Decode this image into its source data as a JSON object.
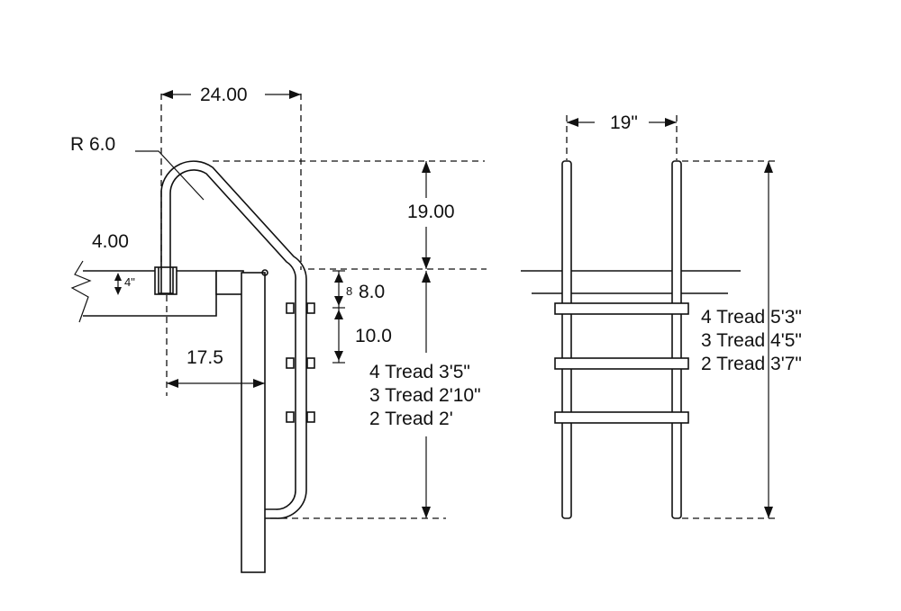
{
  "side_view": {
    "width_label": "24.00",
    "radius_label": "R 6.0",
    "height_above_deck_label": "19.00",
    "deck_width_label": "4.00",
    "deck_inset_label": "4\"",
    "first_step_small_label": "8",
    "first_step_label": "8.0",
    "step_spacing_label": "10.0",
    "reach_label": "17.5",
    "depth_lines": [
      "4 Tread 3'5\"",
      "3 Tread 2'10\"",
      "2 Tread 2'"
    ]
  },
  "front_view": {
    "width_label": "19\"",
    "height_lines": [
      "4 Tread 5'3\"",
      "3 Tread 4'5\"",
      "2 Tread 3'7\""
    ]
  }
}
